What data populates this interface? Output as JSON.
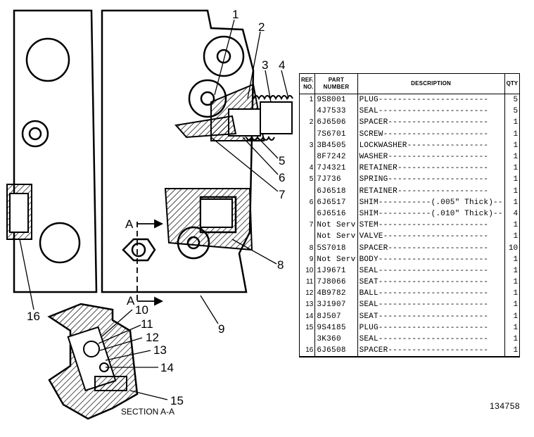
{
  "figure": {
    "callouts": [
      "1",
      "2",
      "3",
      "4",
      "5",
      "6",
      "7",
      "8",
      "9",
      "10",
      "11",
      "12",
      "13",
      "14",
      "15",
      "16"
    ],
    "section_marker": "A",
    "section_label": "SECTION A-A",
    "figure_number": "134758"
  },
  "table": {
    "headers": {
      "ref": "REF. NO.",
      "part": "PART NUMBER",
      "desc": "DESCRIPTION",
      "qty": "QTY"
    },
    "rows": [
      {
        "ref": "1",
        "part": "9S8001",
        "desc": "PLUG-----------------------",
        "qty": "5"
      },
      {
        "ref": "",
        "part": "4J7533",
        "desc": "SEAL-----------------------",
        "qty": "5"
      },
      {
        "ref": "2",
        "part": "6J6506",
        "desc": "SPACER---------------------",
        "qty": "1"
      },
      {
        "ref": "",
        "part": "7S6701",
        "desc": "SCREW----------------------",
        "qty": "1"
      },
      {
        "ref": "3",
        "part": "3B4505",
        "desc": "LOCKWASHER-----------------",
        "qty": "1"
      },
      {
        "ref": "",
        "part": "8F7242",
        "desc": "WASHER---------------------",
        "qty": "1"
      },
      {
        "ref": "4",
        "part": "7J4321",
        "desc": "RETAINER-------------------",
        "qty": "1"
      },
      {
        "ref": "5",
        "part": "7J736",
        "desc": "SPRING---------------------",
        "qty": "1"
      },
      {
        "ref": "",
        "part": "6J6518",
        "desc": "RETAINER-------------------",
        "qty": "1"
      },
      {
        "ref": "6",
        "part": "6J6517",
        "desc": "SHIM-----------(.005\" Thick)--",
        "qty": "1"
      },
      {
        "ref": "",
        "part": "6J6516",
        "desc": "SHIM-----------(.010\" Thick)--",
        "qty": "4"
      },
      {
        "ref": "7",
        "part": "Not Serv",
        "desc": "STEM-----------------------",
        "qty": "1"
      },
      {
        "ref": "",
        "part": "Not Serv",
        "desc": "VALVE----------------------",
        "qty": "1"
      },
      {
        "ref": "8",
        "part": "5S7018",
        "desc": "SPACER---------------------",
        "qty": "10"
      },
      {
        "ref": "9",
        "part": "Not Serv",
        "desc": "BODY-----------------------",
        "qty": "1"
      },
      {
        "ref": "10",
        "part": "1J9671",
        "desc": "SEAL-----------------------",
        "qty": "1"
      },
      {
        "ref": "11",
        "part": "7J8066",
        "desc": "SEAT-----------------------",
        "qty": "1"
      },
      {
        "ref": "12",
        "part": "4B9782",
        "desc": "BALL-----------------------",
        "qty": "1"
      },
      {
        "ref": "13",
        "part": "3J1907",
        "desc": "SEAL-----------------------",
        "qty": "1"
      },
      {
        "ref": "14",
        "part": "8J507",
        "desc": "SEAT-----------------------",
        "qty": "1"
      },
      {
        "ref": "15",
        "part": "9S4185",
        "desc": "PLUG-----------------------",
        "qty": "1"
      },
      {
        "ref": "",
        "part": "3K360",
        "desc": "SEAL-----------------------",
        "qty": "1"
      },
      {
        "ref": "16",
        "part": "6J6508",
        "desc": "SPACER---------------------",
        "qty": "1"
      }
    ]
  }
}
